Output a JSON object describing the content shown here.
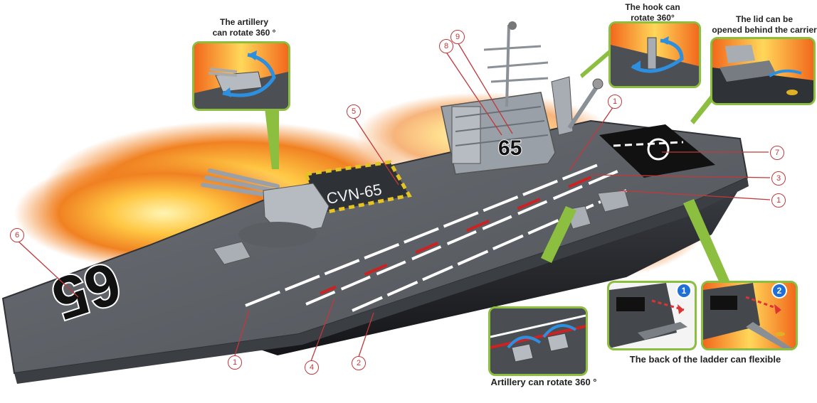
{
  "captions": {
    "artillery_top": "The artillery\ncan rotate 360 °",
    "hook": "The hook can\nrotate 360°",
    "lid": "The lid can be\nopened behind the carrier",
    "artillery_bottom": "Artillery  can rotate 360 °",
    "ladder": "The back of the ladder can  flexible"
  },
  "ship_markings": {
    "bow_number": "65",
    "island_number": "65",
    "hull_name": "CVN-65"
  },
  "callouts": [
    "1",
    "2",
    "3",
    "4",
    "5",
    "6",
    "7",
    "8",
    "9"
  ],
  "steps": [
    "1",
    "2"
  ],
  "colors": {
    "accent_green": "#8cbf3f",
    "callout_red": "#c0393b",
    "deck_gray": "#5a5e64",
    "fire_orange": "#f39a1e",
    "step_blue": "#1f6fd6"
  }
}
